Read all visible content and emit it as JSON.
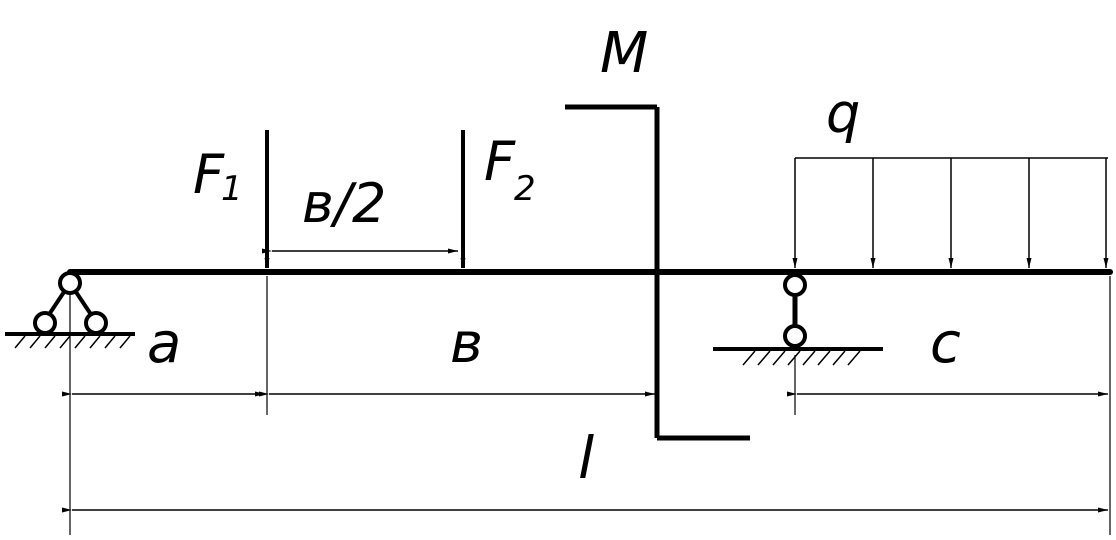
{
  "labels": {
    "moment": "M",
    "force1": "F",
    "force1_sub": "1",
    "force2": "F",
    "force2_sub": "2",
    "half_b": "в/2",
    "load": "q",
    "dim_a": "a",
    "dim_b": "в",
    "dim_c": "c",
    "dim_l": "l"
  },
  "colors": {
    "ink": "#000000",
    "background": "#ffffff"
  }
}
